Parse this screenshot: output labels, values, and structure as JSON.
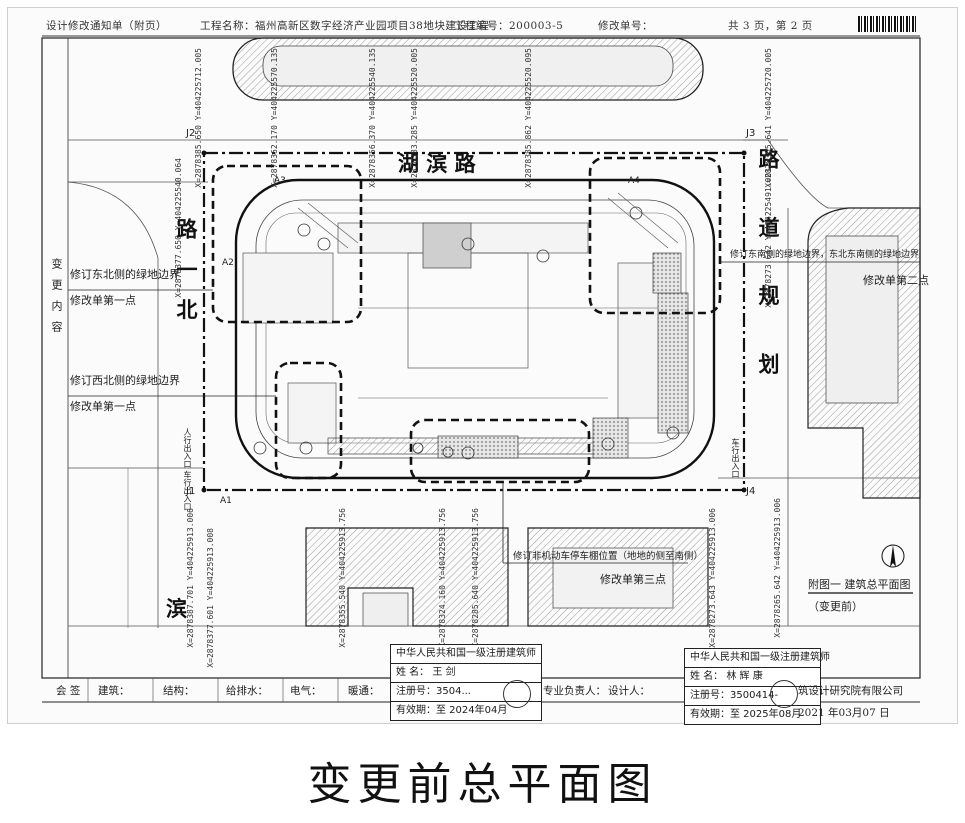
{
  "header": {
    "notice": "设计修改通知单（附页）",
    "project": "工程名称：福州高新区数字经济产业园项目38地块建设工程",
    "project_no": "工程编号：200003-5",
    "change_no": "修改单号：",
    "pages": "共 3 页，第 2 页"
  },
  "side_label": "变更内容",
  "roads": {
    "top": "湖  滨  路",
    "left": "路  一  北",
    "right": "路  道  规  划",
    "bottom": "滨"
  },
  "annotations": [
    {
      "text1": "修订东北侧的绿地边界",
      "text2": "修改单第一点"
    },
    {
      "text1": "修订西北侧的绿地边界",
      "text2": "修改单第一点"
    },
    {
      "text1": "修订东南侧的绿地边界，东北东南侧的绿地边界",
      "text2": "修改单第二点"
    },
    {
      "text1": "修订非机动车停车棚位置（地地的侧至南侧）",
      "text2": "修改单第三点"
    }
  ],
  "entrance": "人行出入口 车行出入口",
  "entrance_right": "车行出入口",
  "coords": [
    "X=2878385.650 Y=404225712.005",
    "X=2878377.650 Y=404225540.064",
    "X=2878362.170 Y=404225570.135",
    "X=2878356.370 Y=404225540.135",
    "X=2878383.285 Y=404225520.005",
    "X=2878385.862 Y=404225520.095",
    "X=2878365.641 Y=404225720.005",
    "X=2878273.642 Y=404225491.001",
    "X=2878387.701 Y=404225913.006",
    "X=2878377.601 Y=404225913.008",
    "X=2878355.540 Y=404225913.756",
    "X=2878324.160 Y=404225913.756",
    "X=2878285.640 Y=404225913.756",
    "X=2878273.643 Y=404225913.006",
    "X=2878265.642 Y=404225913.006"
  ],
  "points": [
    "J2",
    "J3",
    "J1",
    "J4",
    "A1",
    "A2",
    "A3",
    "A4"
  ],
  "fig_caption": "附图一  建筑总平面图",
  "fig_sub": "（变更前）",
  "stamp_left": {
    "title": "中华人民共和国一级注册建筑师",
    "name": "姓  名：  王  剑",
    "reg": "注册号：3504...",
    "valid": "有效期：至 2024年04月"
  },
  "stamp_right": {
    "title": "中华人民共和国一级注册建筑师",
    "name": "姓  名：  林  辉  康",
    "reg": "注册号：3500414-",
    "valid": "有效期：至 2025年08月"
  },
  "signoff": {
    "label": "会  签",
    "architecture": "建筑：",
    "structure": "结构：",
    "water": "给排水：",
    "electric": "电气：",
    "hvac": "暖通：",
    "lead": "专业负责人：",
    "designer": "设计人：",
    "company": "筑设计研究院有限公司",
    "date": "2021 年03月07 日"
  },
  "caption": "变更前总平面图",
  "colors": {
    "line": "#1a1a1a",
    "hatch": "#9a9a9a",
    "paper": "#fbfbfb"
  }
}
